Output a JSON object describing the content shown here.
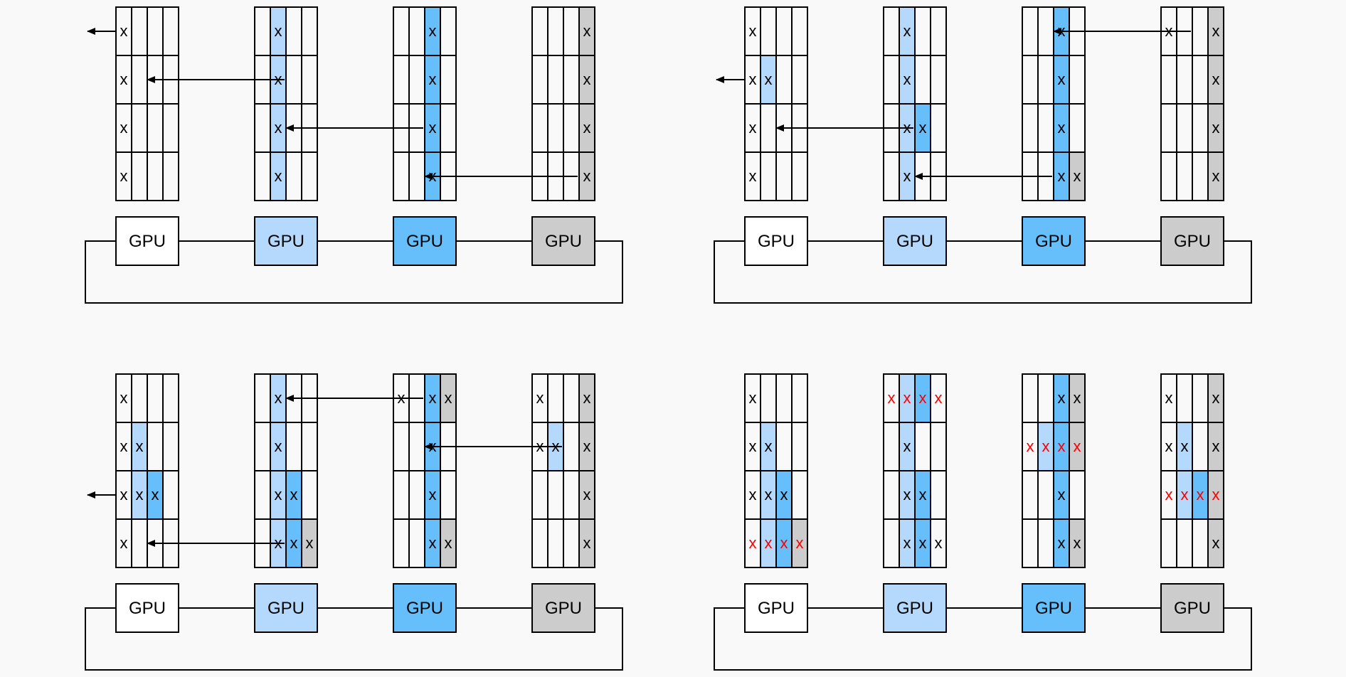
{
  "gpu_label": "GPU",
  "mark": "x",
  "colors": {
    "background": "#f9f9f9",
    "white": "#ffffff",
    "light_blue": "#b4d9fc",
    "blue": "#66bffa",
    "gray": "#cccccc",
    "stroke": "#000000",
    "red": "#ff0000"
  },
  "gpus": [
    "white",
    "light_blue",
    "blue",
    "gray"
  ],
  "panels": [
    {
      "id": "step-1",
      "fills": [
        [],
        [
          [
            0,
            1,
            "light_blue"
          ],
          [
            1,
            1,
            "light_blue"
          ],
          [
            2,
            1,
            "light_blue"
          ],
          [
            3,
            1,
            "light_blue"
          ]
        ],
        [
          [
            0,
            2,
            "blue"
          ],
          [
            1,
            2,
            "blue"
          ],
          [
            2,
            2,
            "blue"
          ],
          [
            3,
            2,
            "blue"
          ]
        ],
        [
          [
            0,
            3,
            "gray"
          ],
          [
            1,
            3,
            "gray"
          ],
          [
            2,
            3,
            "gray"
          ],
          [
            3,
            3,
            "gray"
          ]
        ]
      ],
      "marks": [
        [
          [
            0,
            0,
            "black"
          ],
          [
            1,
            0,
            "black"
          ],
          [
            2,
            0,
            "black"
          ],
          [
            3,
            0,
            "black"
          ]
        ],
        [
          [
            0,
            1,
            "black"
          ],
          [
            1,
            1,
            "black"
          ],
          [
            2,
            1,
            "black"
          ],
          [
            3,
            1,
            "black"
          ]
        ],
        [
          [
            0,
            2,
            "black"
          ],
          [
            1,
            2,
            "black"
          ],
          [
            2,
            2,
            "black"
          ],
          [
            3,
            2,
            "black"
          ]
        ],
        [
          [
            0,
            3,
            "black"
          ],
          [
            1,
            3,
            "black"
          ],
          [
            2,
            3,
            "black"
          ],
          [
            3,
            3,
            "black"
          ]
        ]
      ],
      "arrows": [
        {
          "from_gpu": 1,
          "row": 1,
          "to_gpu": 0
        },
        {
          "from_gpu": 2,
          "row": 2,
          "to_gpu": 1
        },
        {
          "from_gpu": 3,
          "row": 3,
          "to_gpu": 2
        },
        {
          "from_gpu": 0,
          "row": 0,
          "to_gpu": "out"
        }
      ]
    },
    {
      "id": "step-2",
      "fills": [
        [
          [
            1,
            1,
            "light_blue"
          ]
        ],
        [
          [
            0,
            1,
            "light_blue"
          ],
          [
            1,
            1,
            "light_blue"
          ],
          [
            2,
            1,
            "light_blue"
          ],
          [
            3,
            1,
            "light_blue"
          ],
          [
            2,
            2,
            "blue"
          ]
        ],
        [
          [
            0,
            2,
            "blue"
          ],
          [
            1,
            2,
            "blue"
          ],
          [
            2,
            2,
            "blue"
          ],
          [
            3,
            2,
            "blue"
          ],
          [
            3,
            3,
            "gray"
          ]
        ],
        [
          [
            0,
            3,
            "gray"
          ],
          [
            1,
            3,
            "gray"
          ],
          [
            2,
            3,
            "gray"
          ],
          [
            3,
            3,
            "gray"
          ]
        ]
      ],
      "marks": [
        [
          [
            0,
            0,
            "black"
          ],
          [
            1,
            0,
            "black"
          ],
          [
            1,
            1,
            "black"
          ],
          [
            2,
            0,
            "black"
          ],
          [
            3,
            0,
            "black"
          ]
        ],
        [
          [
            0,
            1,
            "black"
          ],
          [
            1,
            1,
            "black"
          ],
          [
            2,
            1,
            "black"
          ],
          [
            2,
            2,
            "black"
          ],
          [
            3,
            1,
            "black"
          ]
        ],
        [
          [
            0,
            2,
            "black"
          ],
          [
            1,
            2,
            "black"
          ],
          [
            2,
            2,
            "black"
          ],
          [
            3,
            2,
            "black"
          ],
          [
            3,
            3,
            "black"
          ]
        ],
        [
          [
            0,
            0,
            "black"
          ],
          [
            0,
            3,
            "black"
          ],
          [
            1,
            3,
            "black"
          ],
          [
            2,
            3,
            "black"
          ],
          [
            3,
            3,
            "black"
          ]
        ]
      ],
      "arrows": [
        {
          "from_gpu": 1,
          "row": 2,
          "to_gpu": 0
        },
        {
          "from_gpu": 2,
          "row": 3,
          "to_gpu": 1
        },
        {
          "from_gpu": 3,
          "row": 0,
          "to_gpu": 2
        },
        {
          "from_gpu": 0,
          "row": 1,
          "to_gpu": "out"
        }
      ]
    },
    {
      "id": "step-3",
      "fills": [
        [
          [
            1,
            1,
            "light_blue"
          ],
          [
            2,
            1,
            "light_blue"
          ],
          [
            2,
            2,
            "blue"
          ]
        ],
        [
          [
            0,
            1,
            "light_blue"
          ],
          [
            1,
            1,
            "light_blue"
          ],
          [
            2,
            1,
            "light_blue"
          ],
          [
            3,
            1,
            "light_blue"
          ],
          [
            2,
            2,
            "blue"
          ],
          [
            3,
            2,
            "blue"
          ],
          [
            3,
            3,
            "gray"
          ]
        ],
        [
          [
            0,
            2,
            "blue"
          ],
          [
            1,
            2,
            "blue"
          ],
          [
            2,
            2,
            "blue"
          ],
          [
            3,
            2,
            "blue"
          ],
          [
            3,
            3,
            "gray"
          ],
          [
            0,
            3,
            "gray"
          ]
        ],
        [
          [
            0,
            3,
            "gray"
          ],
          [
            1,
            3,
            "gray"
          ],
          [
            2,
            3,
            "gray"
          ],
          [
            3,
            3,
            "gray"
          ],
          [
            1,
            1,
            "light_blue"
          ]
        ]
      ],
      "marks": [
        [
          [
            0,
            0,
            "black"
          ],
          [
            1,
            0,
            "black"
          ],
          [
            1,
            1,
            "black"
          ],
          [
            2,
            0,
            "black"
          ],
          [
            2,
            1,
            "black"
          ],
          [
            2,
            2,
            "black"
          ],
          [
            3,
            0,
            "black"
          ]
        ],
        [
          [
            0,
            1,
            "black"
          ],
          [
            1,
            1,
            "black"
          ],
          [
            2,
            1,
            "black"
          ],
          [
            2,
            2,
            "black"
          ],
          [
            3,
            1,
            "black"
          ],
          [
            3,
            2,
            "black"
          ],
          [
            3,
            3,
            "black"
          ]
        ],
        [
          [
            0,
            0,
            "black"
          ],
          [
            0,
            2,
            "black"
          ],
          [
            0,
            3,
            "black"
          ],
          [
            1,
            2,
            "black"
          ],
          [
            2,
            2,
            "black"
          ],
          [
            3,
            2,
            "black"
          ],
          [
            3,
            3,
            "black"
          ]
        ],
        [
          [
            0,
            0,
            "black"
          ],
          [
            0,
            3,
            "black"
          ],
          [
            1,
            0,
            "black"
          ],
          [
            1,
            1,
            "black"
          ],
          [
            1,
            3,
            "black"
          ],
          [
            2,
            3,
            "black"
          ],
          [
            3,
            3,
            "black"
          ]
        ]
      ],
      "arrows": [
        {
          "from_gpu": 1,
          "row": 3,
          "to_gpu": 0
        },
        {
          "from_gpu": 2,
          "row": 0,
          "to_gpu": 1
        },
        {
          "from_gpu": 3,
          "row": 1,
          "to_gpu": 2
        },
        {
          "from_gpu": 0,
          "row": 2,
          "to_gpu": "out"
        }
      ]
    },
    {
      "id": "step-4",
      "fills": [
        [
          [
            1,
            1,
            "light_blue"
          ],
          [
            2,
            1,
            "light_blue"
          ],
          [
            3,
            1,
            "light_blue"
          ],
          [
            2,
            2,
            "blue"
          ],
          [
            3,
            2,
            "blue"
          ],
          [
            3,
            3,
            "gray"
          ]
        ],
        [
          [
            0,
            1,
            "light_blue"
          ],
          [
            1,
            1,
            "light_blue"
          ],
          [
            2,
            1,
            "light_blue"
          ],
          [
            3,
            1,
            "light_blue"
          ],
          [
            0,
            2,
            "blue"
          ],
          [
            2,
            2,
            "blue"
          ],
          [
            3,
            2,
            "blue"
          ]
        ],
        [
          [
            0,
            2,
            "blue"
          ],
          [
            1,
            2,
            "blue"
          ],
          [
            2,
            2,
            "blue"
          ],
          [
            3,
            2,
            "blue"
          ],
          [
            0,
            3,
            "gray"
          ],
          [
            1,
            3,
            "gray"
          ],
          [
            3,
            3,
            "gray"
          ],
          [
            1,
            1,
            "light_blue"
          ]
        ],
        [
          [
            0,
            3,
            "gray"
          ],
          [
            1,
            3,
            "gray"
          ],
          [
            2,
            3,
            "gray"
          ],
          [
            3,
            3,
            "gray"
          ],
          [
            1,
            1,
            "light_blue"
          ],
          [
            2,
            1,
            "light_blue"
          ],
          [
            2,
            2,
            "blue"
          ]
        ]
      ],
      "marks": [
        [
          [
            0,
            0,
            "black"
          ],
          [
            1,
            0,
            "black"
          ],
          [
            1,
            1,
            "black"
          ],
          [
            2,
            0,
            "black"
          ],
          [
            2,
            1,
            "black"
          ],
          [
            2,
            2,
            "black"
          ],
          [
            3,
            0,
            "red"
          ],
          [
            3,
            1,
            "red"
          ],
          [
            3,
            2,
            "red"
          ],
          [
            3,
            3,
            "red"
          ]
        ],
        [
          [
            0,
            0,
            "red"
          ],
          [
            0,
            1,
            "red"
          ],
          [
            0,
            2,
            "red"
          ],
          [
            0,
            3,
            "red"
          ],
          [
            1,
            1,
            "black"
          ],
          [
            2,
            1,
            "black"
          ],
          [
            2,
            2,
            "black"
          ],
          [
            3,
            1,
            "black"
          ],
          [
            3,
            2,
            "black"
          ],
          [
            3,
            3,
            "black"
          ]
        ],
        [
          [
            0,
            2,
            "black"
          ],
          [
            0,
            3,
            "black"
          ],
          [
            1,
            0,
            "red"
          ],
          [
            1,
            1,
            "red"
          ],
          [
            1,
            2,
            "red"
          ],
          [
            1,
            3,
            "red"
          ],
          [
            2,
            2,
            "black"
          ],
          [
            3,
            2,
            "black"
          ],
          [
            3,
            3,
            "black"
          ]
        ],
        [
          [
            0,
            0,
            "black"
          ],
          [
            0,
            3,
            "black"
          ],
          [
            1,
            0,
            "black"
          ],
          [
            1,
            1,
            "black"
          ],
          [
            1,
            3,
            "black"
          ],
          [
            2,
            0,
            "red"
          ],
          [
            2,
            1,
            "red"
          ],
          [
            2,
            2,
            "red"
          ],
          [
            2,
            3,
            "red"
          ],
          [
            3,
            3,
            "black"
          ]
        ]
      ],
      "arrows": []
    }
  ]
}
